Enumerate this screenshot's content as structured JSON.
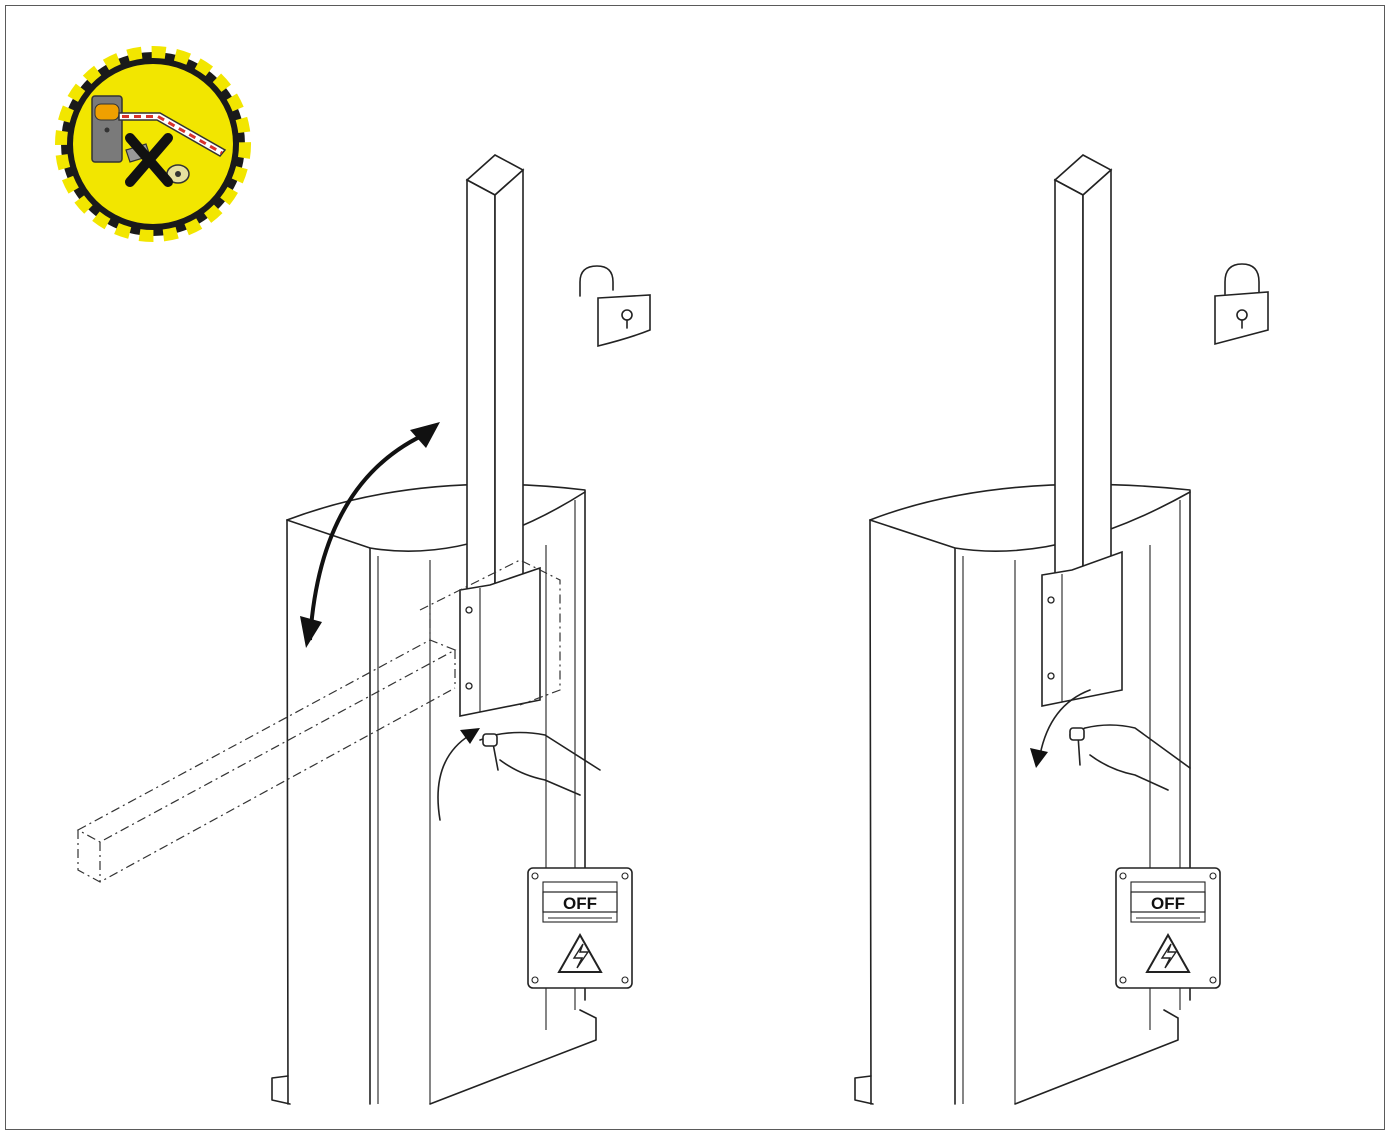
{
  "figure": {
    "left_panel": {
      "switch_label": "OFF",
      "lock_state": "unlocked"
    },
    "right_panel": {
      "switch_label": "OFF",
      "lock_state": "locked"
    }
  },
  "colors": {
    "warning_yellow": "#f2e600",
    "warning_black": "#1a1a1a",
    "line": "#222222",
    "barrier_stripe": "#d9332b",
    "cabinet_grey": "#7a7a7a"
  },
  "icons": [
    "warning-badge-icon",
    "unlocked-padlock-icon",
    "locked-padlock-icon",
    "lightning-hazard-icon",
    "key-icon",
    "hand-icon",
    "rotation-arrow-icon"
  ]
}
